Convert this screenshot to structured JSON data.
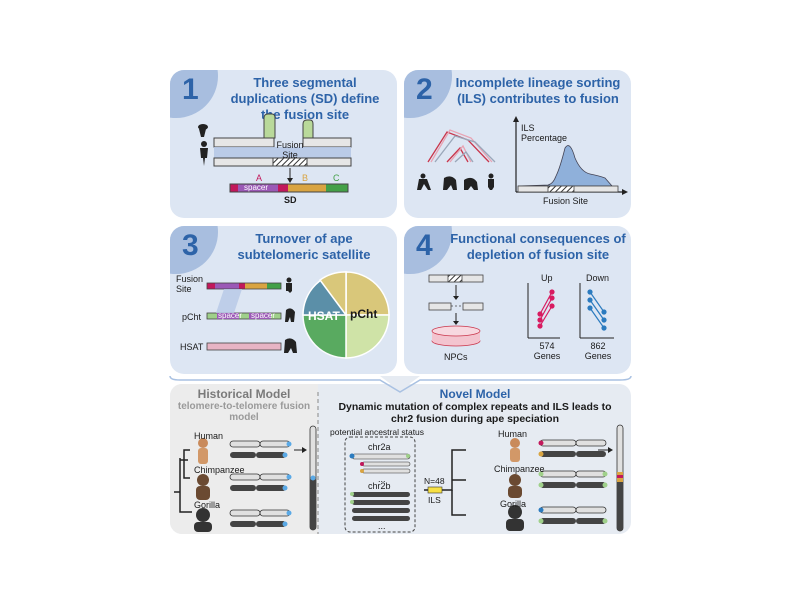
{
  "panels": [
    {
      "number": "1",
      "title": "Three segmental duplications (SD) define the fusion site"
    },
    {
      "number": "2",
      "title": "Incomplete lineage sorting (ILS) contributes to fusion"
    },
    {
      "number": "3",
      "title": "Turnover of ape subtelomeric satellite"
    },
    {
      "number": "4",
      "title": "Functional consequences of depletion of fusion site"
    }
  ],
  "p1": {
    "fusion_site": "Fusion Site",
    "seg_a": "A",
    "seg_b": "B",
    "seg_c": "C",
    "spacer": "spacer",
    "sd": "SD"
  },
  "p2": {
    "ils_percentage": "ILS Percentage",
    "fusion_site": "Fusion Site"
  },
  "p3": {
    "fusion_site": "Fusion Site",
    "pcht": "pCht",
    "hsat": "HSAT",
    "spacer": "spacer",
    "pie_hsat": "HSAT",
    "pie_pcht": "pCht"
  },
  "p4": {
    "npcs": "NPCs",
    "up": "Up",
    "down": "Down",
    "up_genes": "574 Genes",
    "down_genes": "862 Genes"
  },
  "historical": {
    "title": "Historical Model",
    "subtitle": "telomere-to-telomere fusion model",
    "species": [
      "Human",
      "Chimpanzee",
      "Gorilla"
    ]
  },
  "novel": {
    "title": "Novel Model",
    "subtitle": "Dynamic mutation of complex repeats and ILS leads to chr2 fusion during ape speciation",
    "ancestral": "potential ancestral status",
    "chr2a": "chr2a",
    "chr2b": "chr2b",
    "ellipsis": "...",
    "n": "N=48",
    "ils": "ILS",
    "species": [
      "Human",
      "Chimpanzee",
      "Gorilla"
    ]
  },
  "colors": {
    "accent": "#2d63a8",
    "panel_bg": "#dde6f3",
    "segment_a": "#c2185b",
    "segment_b": "#d9a441",
    "segment_c": "#43a047",
    "spacer": "#8e44ad",
    "pink": "#e8b4c4",
    "telomere": "#5aa9e6"
  }
}
